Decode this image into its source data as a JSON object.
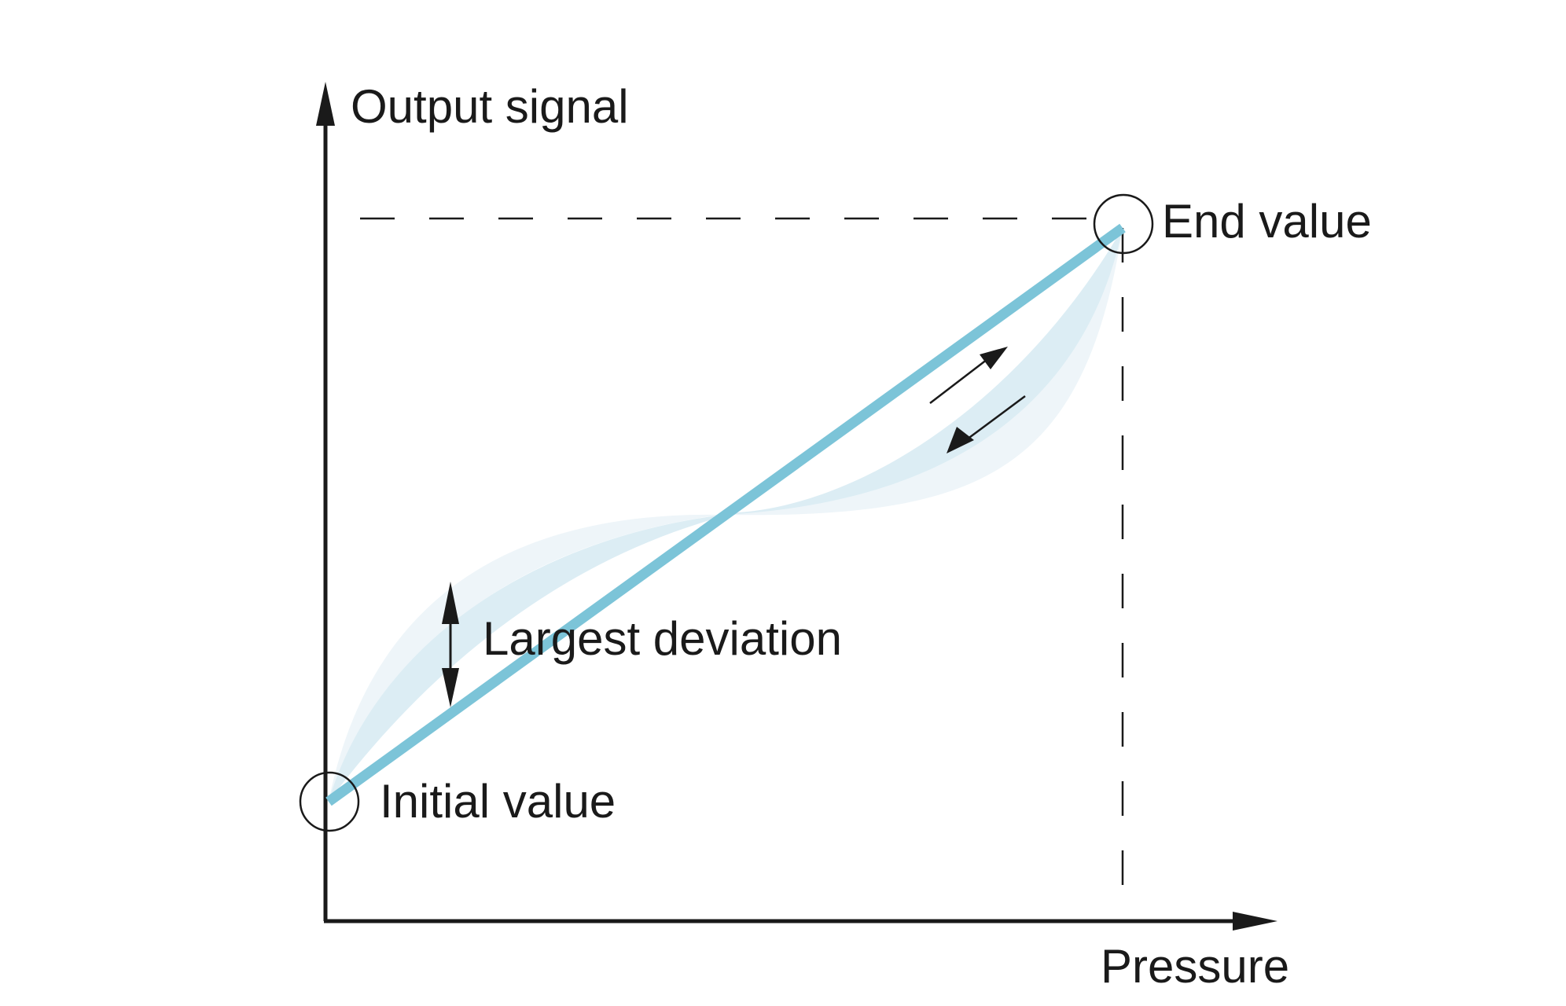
{
  "labels": {
    "y_axis": "Output signal",
    "x_axis": "Pressure",
    "end_value": "End value",
    "initial_value": "Initial value",
    "largest_deviation": "Largest deviation"
  },
  "colors": {
    "line": "#7cc4d8",
    "band_outer": "#eef5f9",
    "band_inner": "#dcedf4",
    "ink": "#1a1a1a"
  }
}
